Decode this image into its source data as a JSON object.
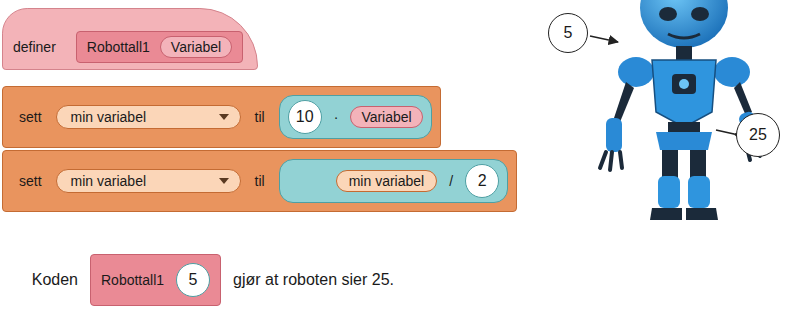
{
  "diagram": {
    "nodes": [
      {
        "text": [
          "definer"
        ]
      },
      {
        "text": [
          "Robottall1"
        ],
        "in": 0
      },
      {
        "text": [
          "Variabel"
        ],
        "in": 1
      },
      {
        "text": [
          "sett",
          "til"
        ]
      },
      {
        "text": [
          "min variabel"
        ],
        "in": 3
      },
      {
        "text": [
          "·"
        ],
        "in": 3
      },
      {
        "text": [
          "10"
        ],
        "in": 5
      },
      {
        "text": [
          "Variabel"
        ],
        "in": 5
      },
      {
        "text": [
          "sett",
          "til"
        ]
      },
      {
        "text": [
          "min variabel"
        ],
        "in": 8
      },
      {
        "text": [
          "/"
        ],
        "in": 8
      },
      {
        "text": [
          "min variabel"
        ],
        "in": 10
      },
      {
        "text": [
          "2"
        ],
        "in": 10
      },
      {
        "text": [
          "5"
        ]
      },
      {
        "text": [
          "25"
        ]
      },
      {
        "text": [
          "Robottall1"
        ]
      },
      {
        "text": [
          "5"
        ],
        "in": 15
      }
    ],
    "labels": [
      "Koden",
      "gjør at roboten sier 25."
    ]
  }
}
